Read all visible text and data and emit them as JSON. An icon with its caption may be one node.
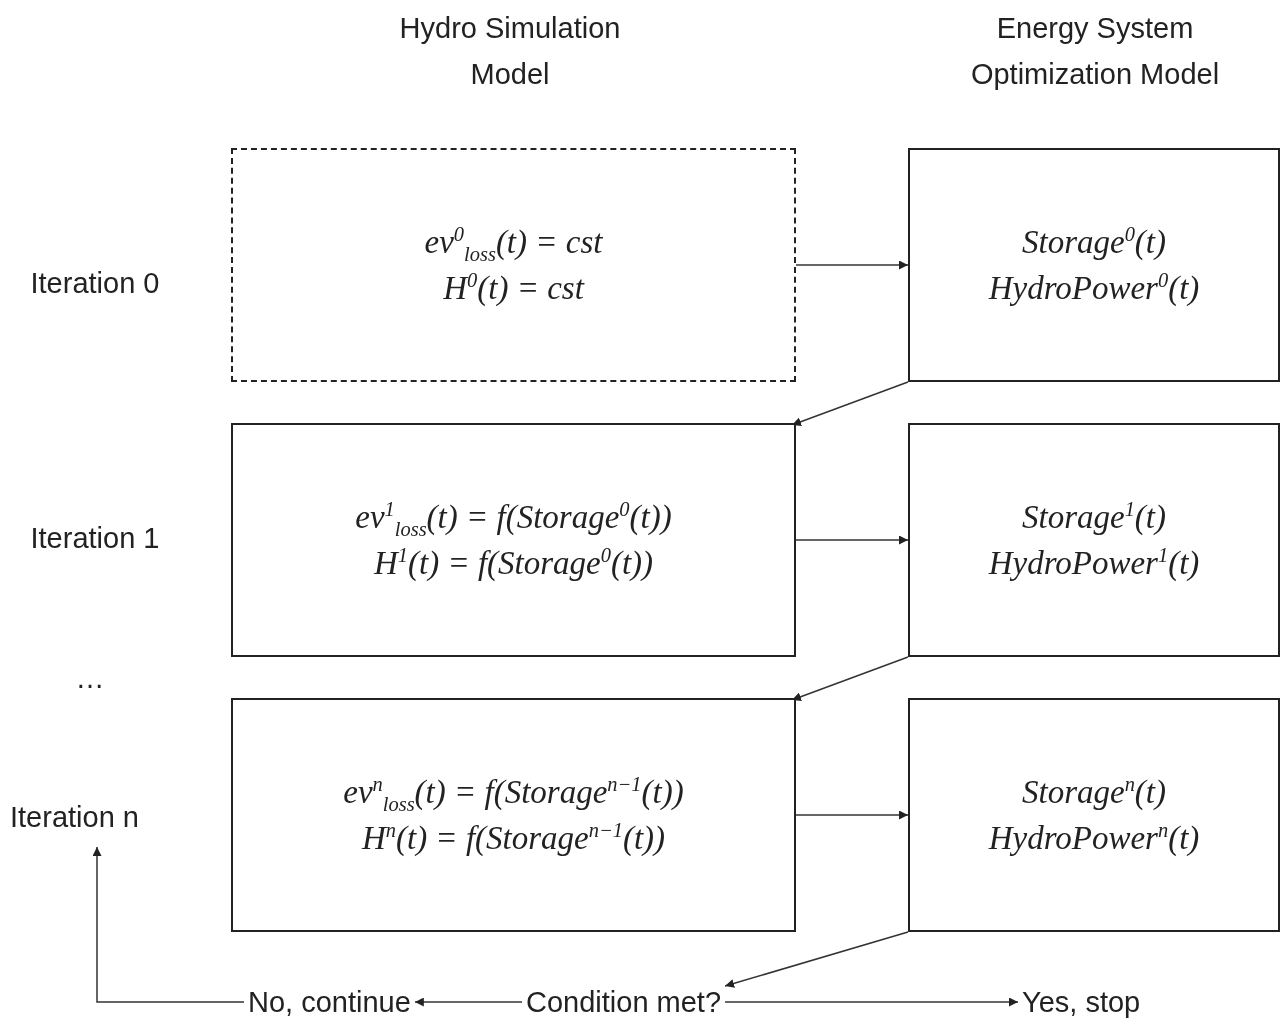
{
  "diagram": {
    "nodes": [
      {
        "text": [
          "ev$^{0}$$_{loss}$(t) = cst",
          "H$^{0}$(t) = cst"
        ]
      },
      {
        "text": [
          "Storage$^{0}$(t)",
          "HydroPower$^{0}$(t)"
        ]
      },
      {
        "text": [
          "ev$^{1}$$_{loss}$(t) = f(Storage$^{0}$(t))",
          "H$^{1}$(t) = f(Storage$^{0}$(t))"
        ]
      },
      {
        "text": [
          "Storage$^{1}$(t)",
          "HydroPower$^{1}$(t)"
        ]
      },
      {
        "text": [
          "ev$^{n}$$_{loss}$(t) = f(Storage$^{n−1}$(t))",
          "H$^{n}$(t) = f(Storage$^{n−1}$(t))"
        ]
      },
      {
        "text": [
          "Storage$^{n}$(t)",
          "HydroPower$^{n}$(t)"
        ]
      },
      {
        "text": [
          "Condition met?"
        ]
      },
      {
        "text": [
          "No, continue"
        ]
      },
      {
        "text": [
          "Yes, stop"
        ]
      },
      {
        "text": [
          "Iteration n"
        ]
      }
    ],
    "edges": [
      {
        "from": 0,
        "to": 1,
        "arrow": "to"
      },
      {
        "from": 1,
        "to": 2,
        "arrow": "to"
      },
      {
        "from": 2,
        "to": 3,
        "arrow": "to"
      },
      {
        "from": 3,
        "to": 4,
        "arrow": "to"
      },
      {
        "from": 4,
        "to": 5,
        "arrow": "to"
      },
      {
        "from": 5,
        "to": 6,
        "arrow": "to"
      },
      {
        "from": 6,
        "to": 7,
        "arrow": "to"
      },
      {
        "from": 6,
        "to": 8,
        "arrow": "to"
      },
      {
        "from": 7,
        "to": 9,
        "arrow": "to"
      }
    ],
    "labels": [
      "Hydro Simulation Model",
      "Energy System Optimization Model",
      "Iteration 0",
      "Iteration 1",
      "…"
    ]
  }
}
